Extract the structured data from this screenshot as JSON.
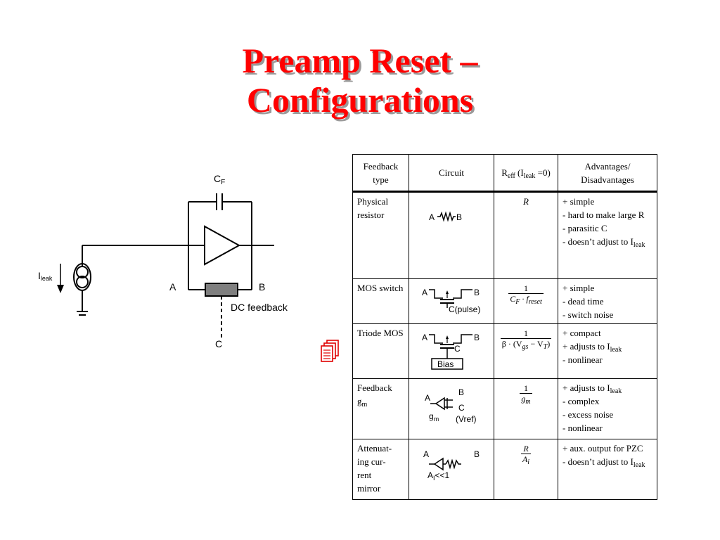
{
  "title": {
    "line1": "Preamp Reset –",
    "line2": "Configurations"
  },
  "schematic": {
    "cf_main": "C",
    "cf_sub": "F",
    "ileak_main": "I",
    "ileak_sub": "leak",
    "node_a": "A",
    "node_b": "B",
    "node_c": "C",
    "dc_feedback": "DC feedback"
  },
  "table": {
    "headers": {
      "type": "Feedback type",
      "circuit": "Circuit",
      "reff_main": "R",
      "reff_sub": "eff",
      "reff_paren": " (I",
      "reff_leak": "leak",
      "reff_end": " =0)",
      "adv": "Advantages/ Disadvantages"
    },
    "rows": [
      {
        "type": "Physical resistor",
        "reff": "R",
        "circuit": {
          "a": "A",
          "b": "B"
        },
        "adv": [
          "+ simple",
          "- hard to make large R",
          "- parasitic C",
          "- doesn’t adjust to I"
        ],
        "adv_sub": "leak"
      },
      {
        "type": "MOS switch",
        "reff_num": "1",
        "reff_den": "C",
        "reff_den_sub": "F",
        "reff_den_rest": " · f",
        "reff_den_sub2": "reset",
        "circuit": {
          "a": "A",
          "b": "B",
          "c": "C(pulse)"
        },
        "adv": [
          "+ simple",
          "- dead time",
          "- switch noise"
        ]
      },
      {
        "type": "Triode MOS",
        "reff_num": "1",
        "reff_den": "β · (V",
        "reff_den_sub": "gs",
        "reff_den_mid": " − V",
        "reff_den_sub2": "T",
        "reff_den_end": ")",
        "circuit": {
          "a": "A",
          "b": "B",
          "c": "C",
          "bias": "Bias"
        },
        "adv": [
          "+ compact",
          "+ adjusts to I",
          "- nonlinear"
        ],
        "adv_sub": "leak"
      },
      {
        "type_main": "Feedback g",
        "type_sub": "m",
        "reff_num": "1",
        "reff_den": "g",
        "reff_den_sub": "m",
        "circuit": {
          "a": "A",
          "b": "B",
          "c": "C",
          "vref": "(Vref)",
          "gm_main": "g",
          "gm_sub": "m"
        },
        "adv": [
          "+ adjusts to I",
          "- complex",
          "- excess noise",
          "- nonlinear"
        ],
        "adv_sub": "leak"
      },
      {
        "type": "Attenuat-ing cur-rent mirror",
        "type_lines": [
          "Attenuat-",
          "ing cur-",
          "rent",
          "mirror"
        ],
        "reff_num": "R",
        "reff_den": "A",
        "reff_den_sub": "i",
        "circuit": {
          "a": "A",
          "b": "B",
          "ai_main": "A",
          "ai_sub": "I",
          "ai_rest": "<<1"
        },
        "adv": [
          "+ aux. output for PZC",
          "- doesn’t adjust to I"
        ],
        "adv_sub": "leak"
      }
    ]
  },
  "icons": {
    "notes": "notes-icon"
  },
  "colors": {
    "title": "#ff0000",
    "title_shadow": "#9a9a9a",
    "feedback_element": "#7f7f7f"
  }
}
